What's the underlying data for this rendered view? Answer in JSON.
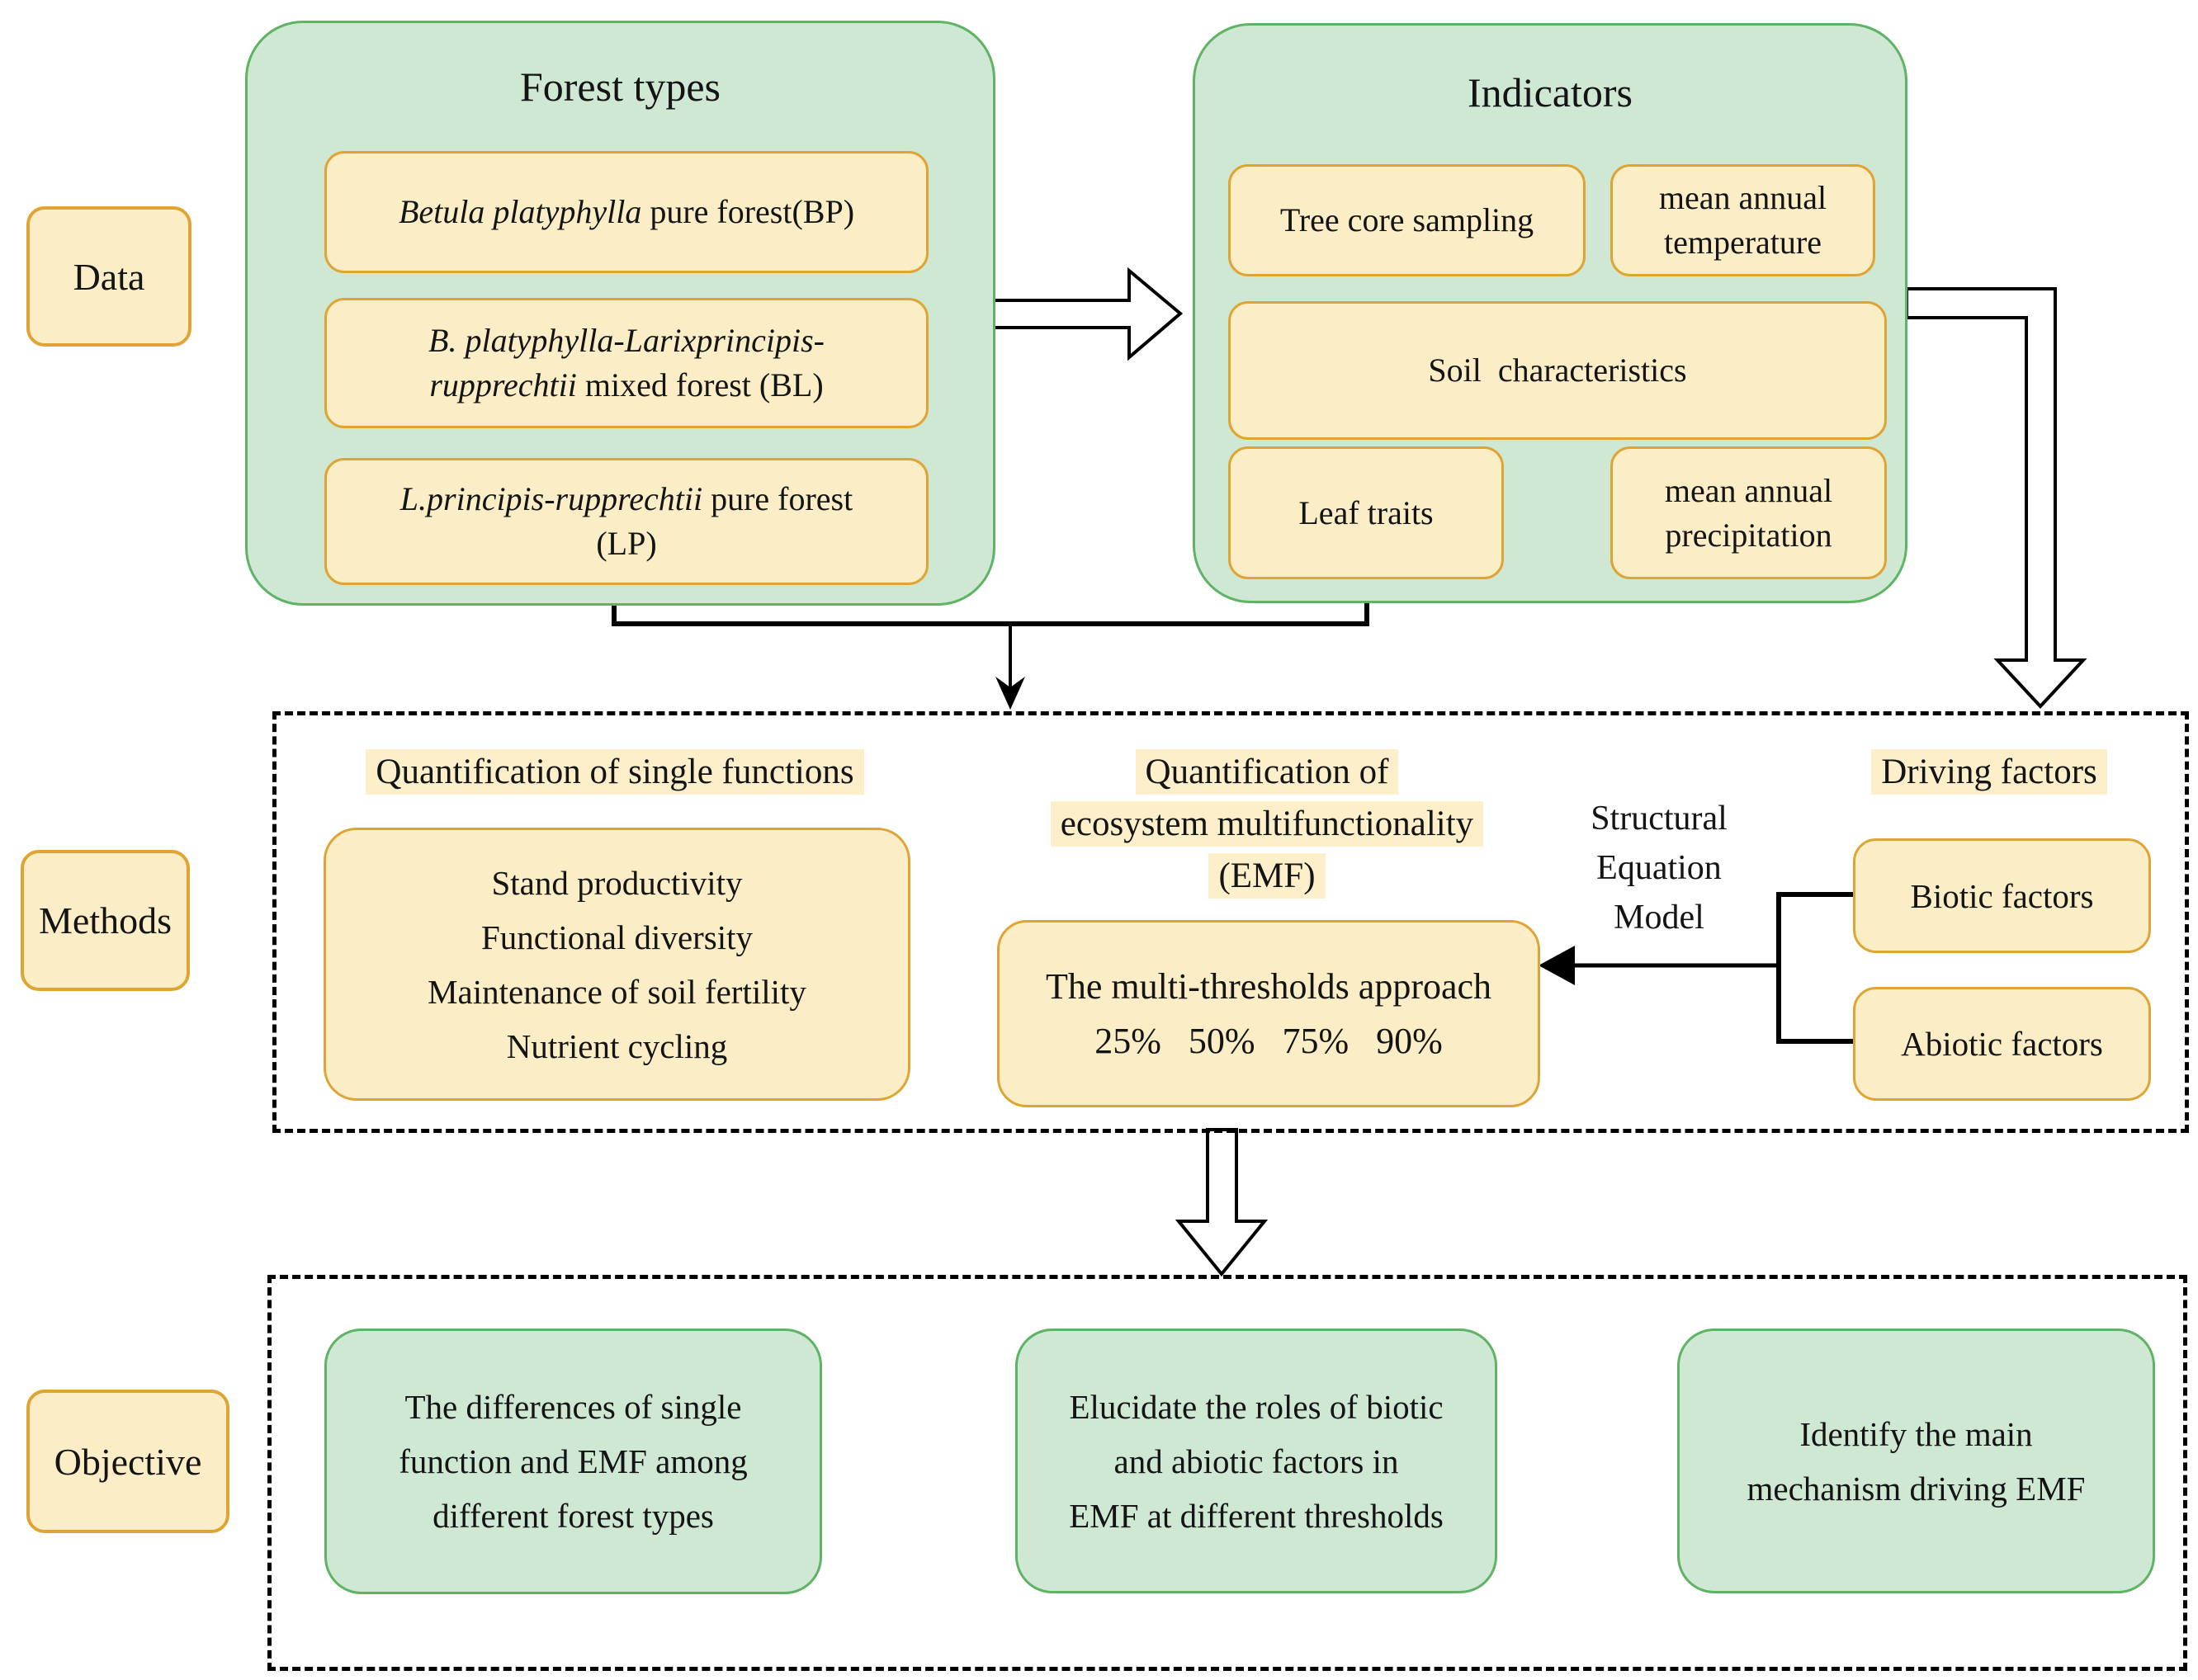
{
  "colors": {
    "green_fill": "#cfe8d3",
    "green_border": "#5eb364",
    "yellow_fill": "#fbeec7",
    "yellow_border": "#dfa433",
    "highlight": "#fcefca",
    "text": "#141414",
    "background": "#ffffff"
  },
  "side_labels": {
    "data": "Data",
    "methods": "Methods",
    "objective": "Objective"
  },
  "forest_types": {
    "title": "Forest types",
    "bp_italic": "Betula platyphylla",
    "bp_rest": " pure forest(BP)",
    "bl_line1": "B. platyphylla-Larixprincipis-",
    "bl_line2_italic": "rupprechtii",
    "bl_line2_rest": " mixed forest (BL)",
    "lp_italic": "L.principis-rupprechtii",
    "lp_rest": " pure forest",
    "lp_line2": "(LP)"
  },
  "indicators": {
    "title": "Indicators",
    "tree_core": "Tree core sampling",
    "mean_temp_line1": "mean annual",
    "mean_temp_line2": "temperature",
    "soil": "Soil  characteristics",
    "leaf": "Leaf traits",
    "mean_precip_line1": "mean annual",
    "mean_precip_line2": "precipitation"
  },
  "methods": {
    "single_heading": "Quantification of single functions",
    "single_items": [
      "Stand productivity",
      "Functional diversity",
      "Maintenance of soil fertility",
      "Nutrient cycling"
    ],
    "emf_heading_line1": "Quantification of",
    "emf_heading_line2": "ecosystem multifunctionality",
    "emf_heading_line3": "(EMF)",
    "thresholds_line1": "The multi-thresholds approach",
    "thresholds_line2": "25% 50% 75% 90%",
    "sem_lines": [
      "Structural",
      "Equation",
      "Model"
    ],
    "driving_heading": "Driving factors",
    "biotic": "Biotic factors",
    "abiotic": "Abiotic factors"
  },
  "objectives": {
    "box1_lines": [
      "The differences of single",
      "function and EMF among",
      "different forest types"
    ],
    "box2_lines": [
      "Elucidate the roles of biotic",
      "and abiotic factors in",
      "EMF at different thresholds"
    ],
    "box3_lines": [
      "Identify the main",
      "mechanism driving EMF"
    ]
  }
}
